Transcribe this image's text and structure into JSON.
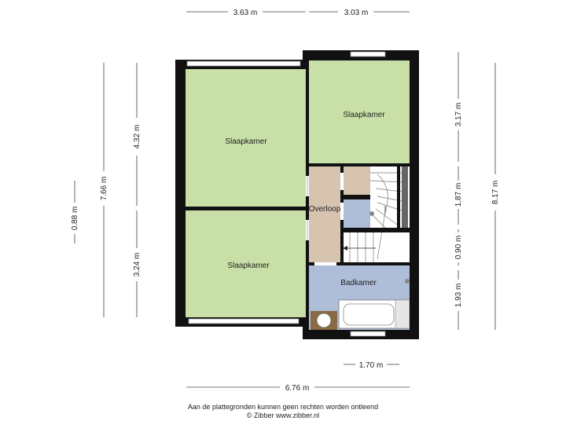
{
  "rooms": {
    "bedroom_left_top": "Slaapkamer",
    "bedroom_right_top": "Slaapkamer",
    "bedroom_left_bottom": "Slaapkamer",
    "landing": "Overloop",
    "bathroom": "Badkamer"
  },
  "dimensions": {
    "top_left": "3.63 m",
    "top_right": "3.03 m",
    "left_outer": "0.88 m",
    "left_total": "7.66 m",
    "left_upper": "4.32 m",
    "left_lower": "3.24 m",
    "right_r1": "3.17 m",
    "right_r2": "1.87 m",
    "right_r3": "0.90 m",
    "right_r4": "1.93 m",
    "right_total": "8.17 m",
    "bottom_bath": "1.70 m",
    "bottom_total": "6.76 m"
  },
  "footer": {
    "line1": "Aan de plattegronden kunnen geen rechten worden ontleend",
    "line2": "© Zibber www.zibber.nl"
  },
  "colors": {
    "bedroom": "#c8e0a8",
    "landing": "#d6c4b0",
    "bathroom": "#aebdd8",
    "wall": "#111111"
  }
}
